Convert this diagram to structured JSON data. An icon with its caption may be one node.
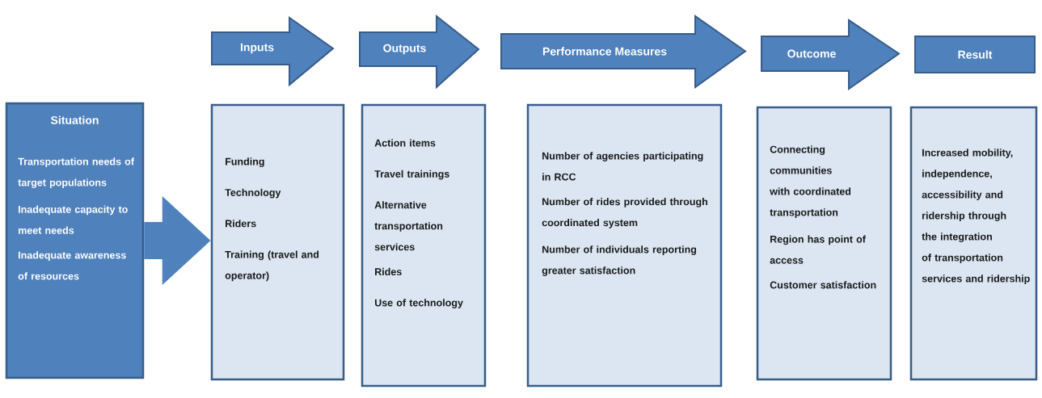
{
  "diagram": {
    "nodes": [
      {
        "text": [
          "Situation",
          "Transportation needs of target populations",
          "Inadequate capacity to meet needs",
          "Inadequate awareness of resources"
        ]
      },
      {
        "text": [
          "Inputs"
        ]
      },
      {
        "text": [
          "Funding",
          "Technology",
          "Riders",
          "Training (travel and operator)"
        ]
      },
      {
        "text": [
          "Outputs"
        ]
      },
      {
        "text": [
          "Action items",
          "Travel trainings",
          "Alternative transportation services",
          "Rides",
          "Use of technology"
        ]
      },
      {
        "text": [
          "Performance Measures"
        ]
      },
      {
        "text": [
          "Number of agencies participating in RCC",
          "Number of rides provided through coordinated system",
          "Number of individuals reporting greater satisfaction"
        ]
      },
      {
        "text": [
          "Outcome"
        ]
      },
      {
        "text": [
          "Connecting communities with coordinated transportation",
          "Region has point of access",
          "Customer satisfaction"
        ]
      },
      {
        "text": [
          "Result"
        ]
      },
      {
        "text": [
          "Increased mobility, independence, accessibility and ridership through the integration of transportation services and ridership"
        ]
      }
    ],
    "edges": [
      {
        "from": 0,
        "to": 2,
        "arrow": "to"
      }
    ]
  }
}
